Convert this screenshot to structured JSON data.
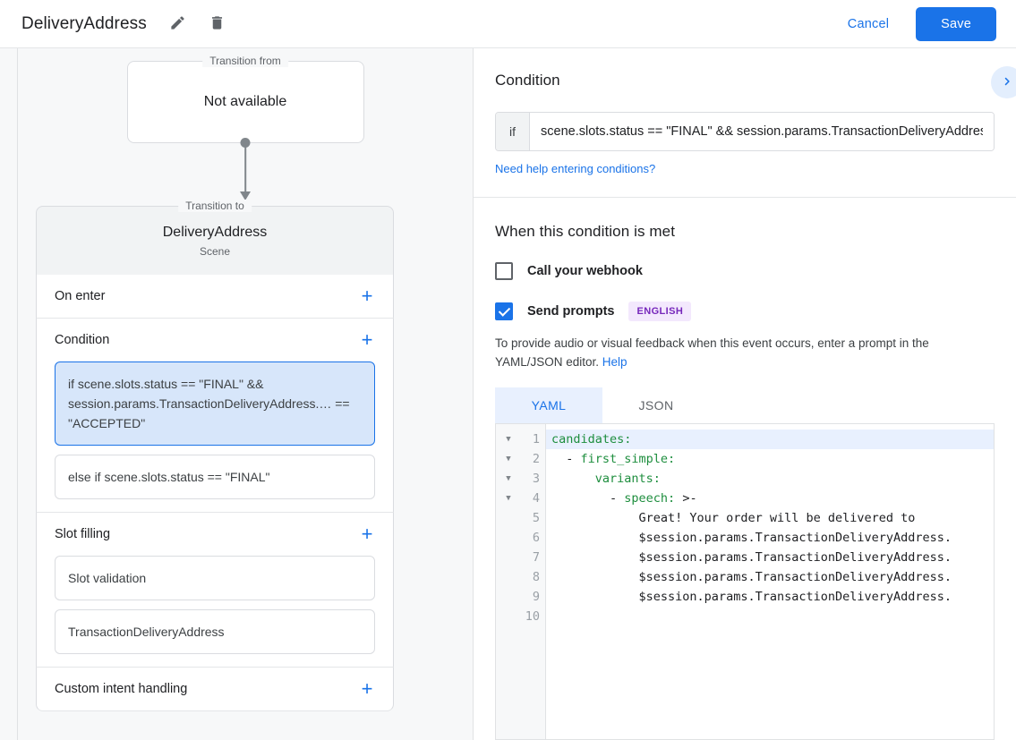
{
  "topbar": {
    "title": "DeliveryAddress",
    "edit_icon": "pencil-icon",
    "delete_icon": "trash-icon",
    "cancel_label": "Cancel",
    "save_label": "Save",
    "accent": "#1a73e8"
  },
  "graph": {
    "from_legend": "Transition from",
    "from_value": "Not available",
    "to_legend": "Transition to",
    "to_name": "DeliveryAddress",
    "to_type": "Scene"
  },
  "sections": [
    {
      "label": "On enter",
      "add": "+"
    },
    {
      "label": "Condition",
      "add": "+"
    },
    {
      "label": "Slot filling",
      "add": "+"
    },
    {
      "label": "Custom intent handling",
      "add": "+"
    }
  ],
  "conditions": [
    {
      "text": "if scene.slots.status == \"FINAL\" && session.params.TransactionDeliveryAddress.… == \"ACCEPTED\"",
      "selected": true
    },
    {
      "text": "else if scene.slots.status == \"FINAL\"",
      "selected": false
    }
  ],
  "slot_filling": [
    {
      "text": "Slot validation"
    },
    {
      "text": "TransactionDeliveryAddress"
    }
  ],
  "right": {
    "condition_heading": "Condition",
    "if_label": "if",
    "condition_value": "scene.slots.status == \"FINAL\" && session.params.TransactionDeliveryAddress.",
    "help_link": "Need help entering conditions?",
    "expand_icon": "chevron-right-icon",
    "met_heading": "When this condition is met",
    "webhook_label": "Call your webhook",
    "webhook_checked": false,
    "prompts_label": "Send prompts",
    "prompts_checked": true,
    "language_badge": "ENGLISH",
    "description_prefix": "To provide audio or visual feedback when this event occurs, enter a prompt in the YAML/JSON editor. ",
    "description_link": "Help",
    "tabs": [
      {
        "label": "YAML",
        "active": true
      },
      {
        "label": "JSON",
        "active": false
      }
    ],
    "editor": {
      "line_numbers": [
        "1",
        "2",
        "3",
        "4",
        "5",
        "6",
        "7",
        "8",
        "9",
        "10"
      ],
      "folds": [
        "1",
        "2",
        "3",
        "4"
      ],
      "active_line": 1,
      "lines": [
        {
          "indent": "",
          "key": "candidates:",
          "rest": ""
        },
        {
          "indent": "  - ",
          "key": "first_simple:",
          "rest": ""
        },
        {
          "indent": "      ",
          "key": "variants:",
          "rest": ""
        },
        {
          "indent": "        - ",
          "key": "speech:",
          "rest": " >-"
        },
        {
          "indent": "            ",
          "key": "",
          "rest": "Great! Your order will be delivered to"
        },
        {
          "indent": "            ",
          "key": "",
          "rest": "$session.params.TransactionDeliveryAddress."
        },
        {
          "indent": "            ",
          "key": "",
          "rest": "$session.params.TransactionDeliveryAddress."
        },
        {
          "indent": "            ",
          "key": "",
          "rest": "$session.params.TransactionDeliveryAddress."
        },
        {
          "indent": "            ",
          "key": "",
          "rest": "$session.params.TransactionDeliveryAddress."
        },
        {
          "indent": "",
          "key": "",
          "rest": ""
        }
      ]
    }
  }
}
